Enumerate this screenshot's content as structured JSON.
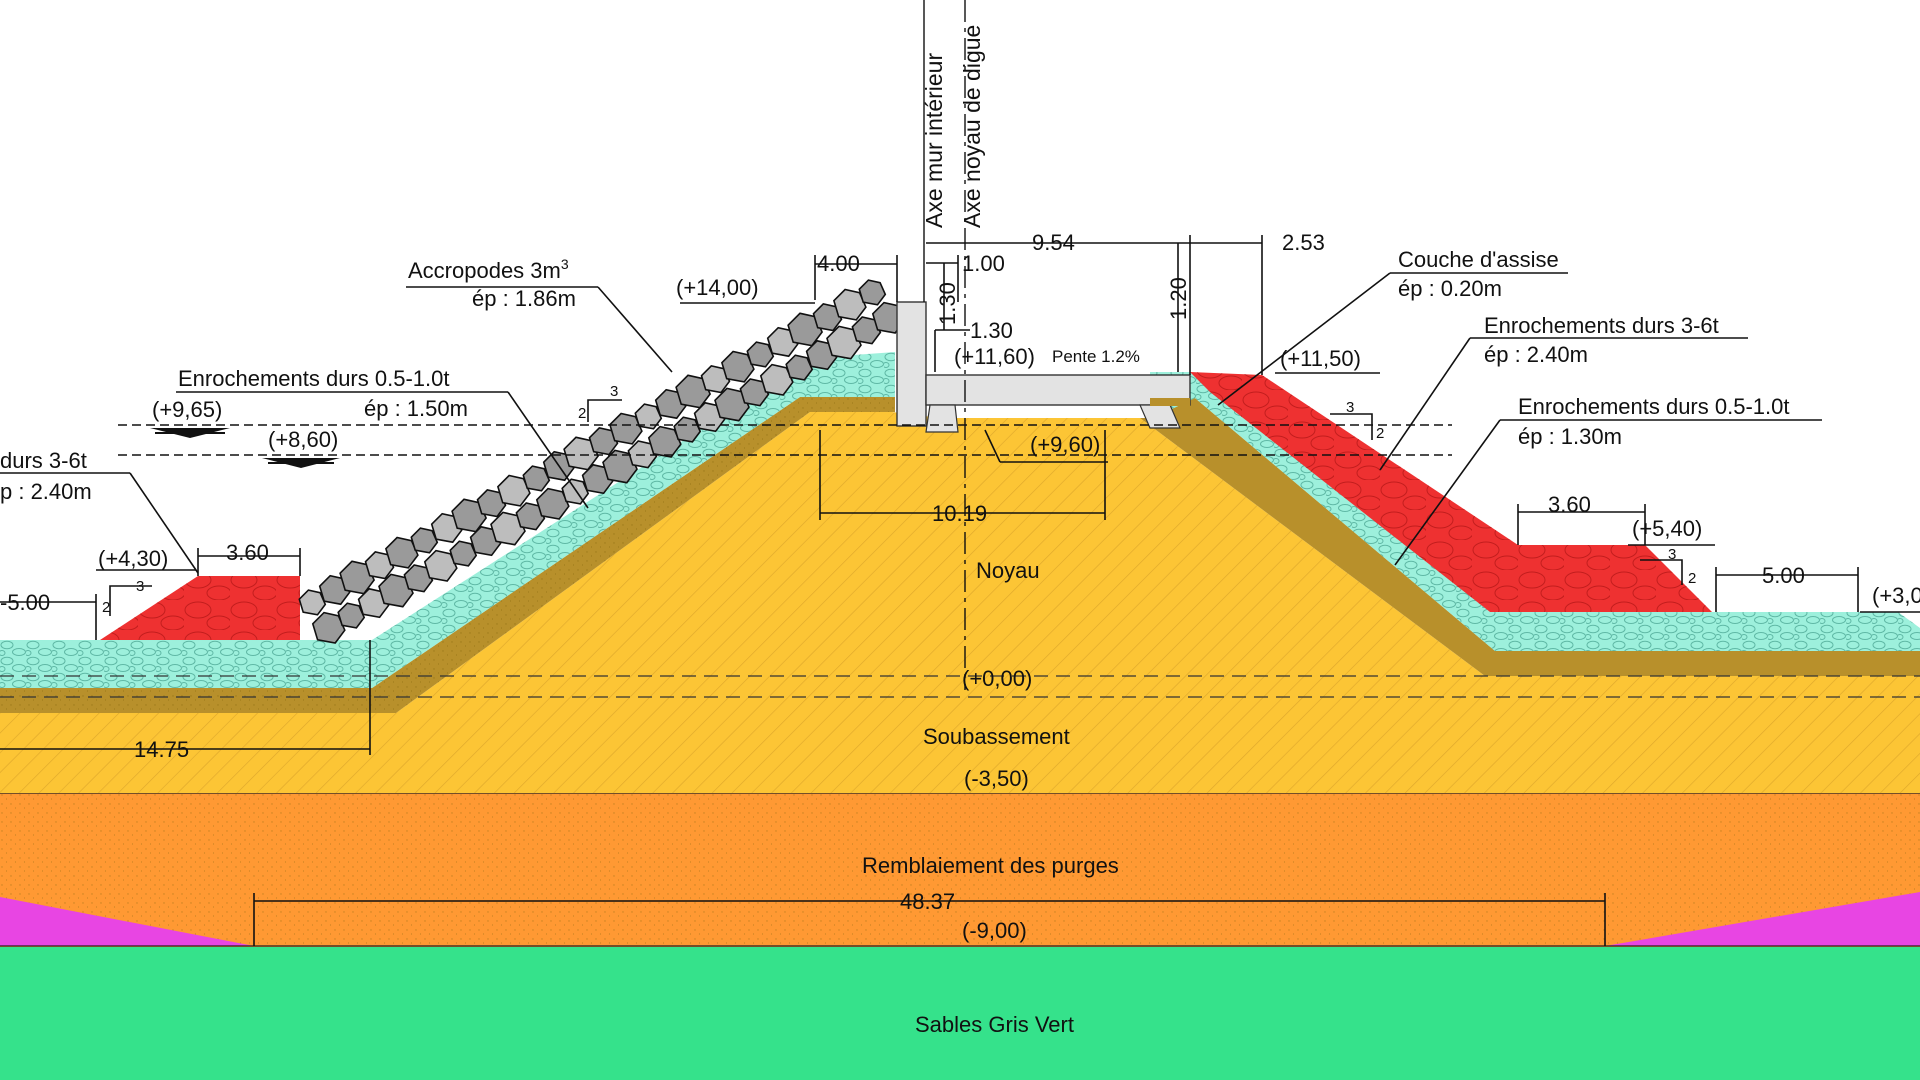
{
  "colors": {
    "sables": "#35e28b",
    "remblaiement": "#ff9933",
    "soubassement": "#fcc535",
    "noyau": "#fcc535",
    "filtre": "#b8902b",
    "enroch_sec": "#9df0dc",
    "enroch_principal": "#ee3131",
    "lateral": "#e845e3",
    "accropodes": "#9a9a9a",
    "wall": "#e3e3e3"
  },
  "icons": {
    "water_level": "water-level-triangle-icon"
  },
  "axes": {
    "mur_interieur": "Axe mur intérieur",
    "noyau_digue": "Axe noyau de digue"
  },
  "layers": {
    "sables": "Sables Gris Vert",
    "remblaiement": "Remblaiement des purges",
    "soubassement": "Soubassement",
    "noyau": "Noyau"
  },
  "elevations": {
    "e_1400": "(+14,00)",
    "e_1160": "(+11,60)",
    "e_1150": "(+11,50)",
    "e_965": "(+9,65)",
    "e_860": "(+8,60)",
    "e_960": "(+9,60)",
    "e_430": "(+4,30)",
    "e_540": "(+5,40)",
    "e_300": "(+3,0",
    "e_000": "(+0,00)",
    "e_m350": "(-3,50)",
    "e_m900": "(-9,00)"
  },
  "dimensions": {
    "d_400": "4.00",
    "d_100": "1.00",
    "d_130a": "1.30",
    "d_130b": "1.30",
    "d_954": "9.54",
    "d_253": "2.53",
    "d_120": "1.20",
    "d_1019": "10.19",
    "d_360_left": "3.60",
    "d_360_right": "3.60",
    "d_500_left": "-5.00",
    "d_500_right": "5.00",
    "d_1475": "14.75",
    "d_4837": "48.37"
  },
  "slopes": {
    "s3": "3",
    "s2": "2"
  },
  "annotations": {
    "pente": "Pente 1.2%",
    "accropodes_title": "Accropodes 3m",
    "accropodes_exp": "3",
    "accropodes_ep": "ép : 1.86m",
    "enr_05_left_title": "Enrochements durs 0.5-1.0t",
    "enr_05_left_ep": "ép : 1.50m",
    "enr_36_left_title": "durs 3-6t",
    "enr_36_left_ep": "p : 2.40m",
    "couche_title": "Couche d'assise",
    "couche_ep": "ép : 0.20m",
    "enr_36_right_title": "Enrochements durs 3-6t",
    "enr_36_right_ep": "ép : 2.40m",
    "enr_05_right_title": "Enrochements durs 0.5-1.0t",
    "enr_05_right_ep": "ép : 1.30m"
  }
}
